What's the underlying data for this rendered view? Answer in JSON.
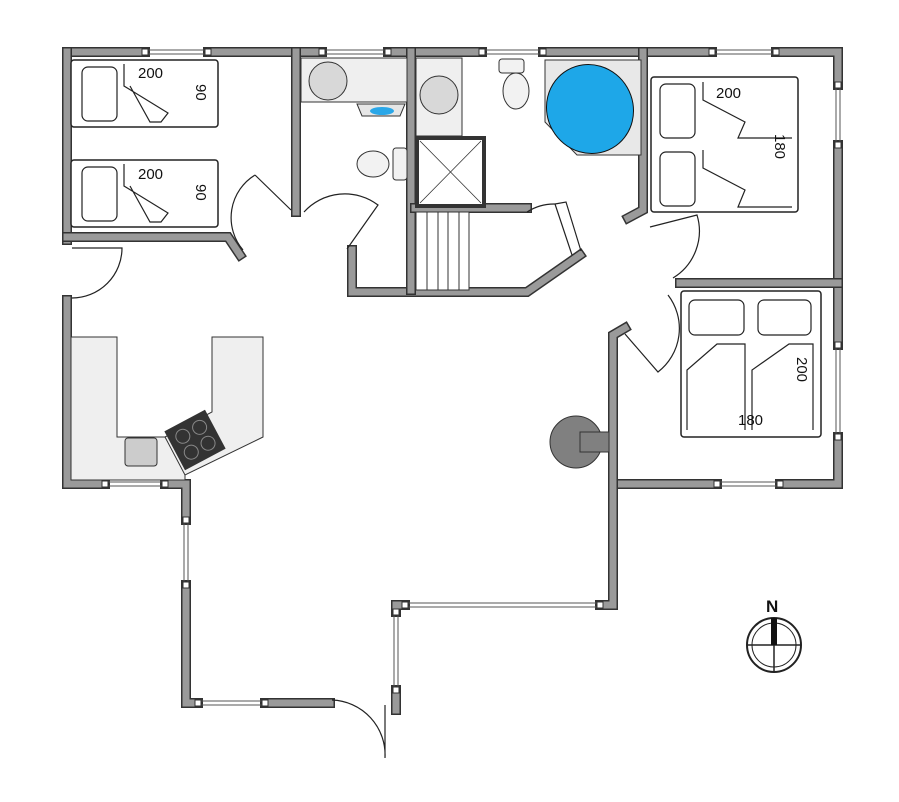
{
  "beds": [
    {
      "name": "bedroom1-bed-top",
      "length": "200",
      "width": "90"
    },
    {
      "name": "bedroom1-bed-bottom",
      "length": "200",
      "width": "90"
    },
    {
      "name": "bedroom2-double-bed",
      "length": "200",
      "width": "180"
    },
    {
      "name": "bedroom3-double-bed",
      "length": "200",
      "width": "180"
    }
  ],
  "compass": {
    "label": "N"
  },
  "colors": {
    "wall": "#9a9a9a",
    "wall_outline": "#333333",
    "bathtub": "#1ea7e8",
    "fixture": "#d8d8d8",
    "counter": "#efefef",
    "fireplace": "#808080"
  }
}
